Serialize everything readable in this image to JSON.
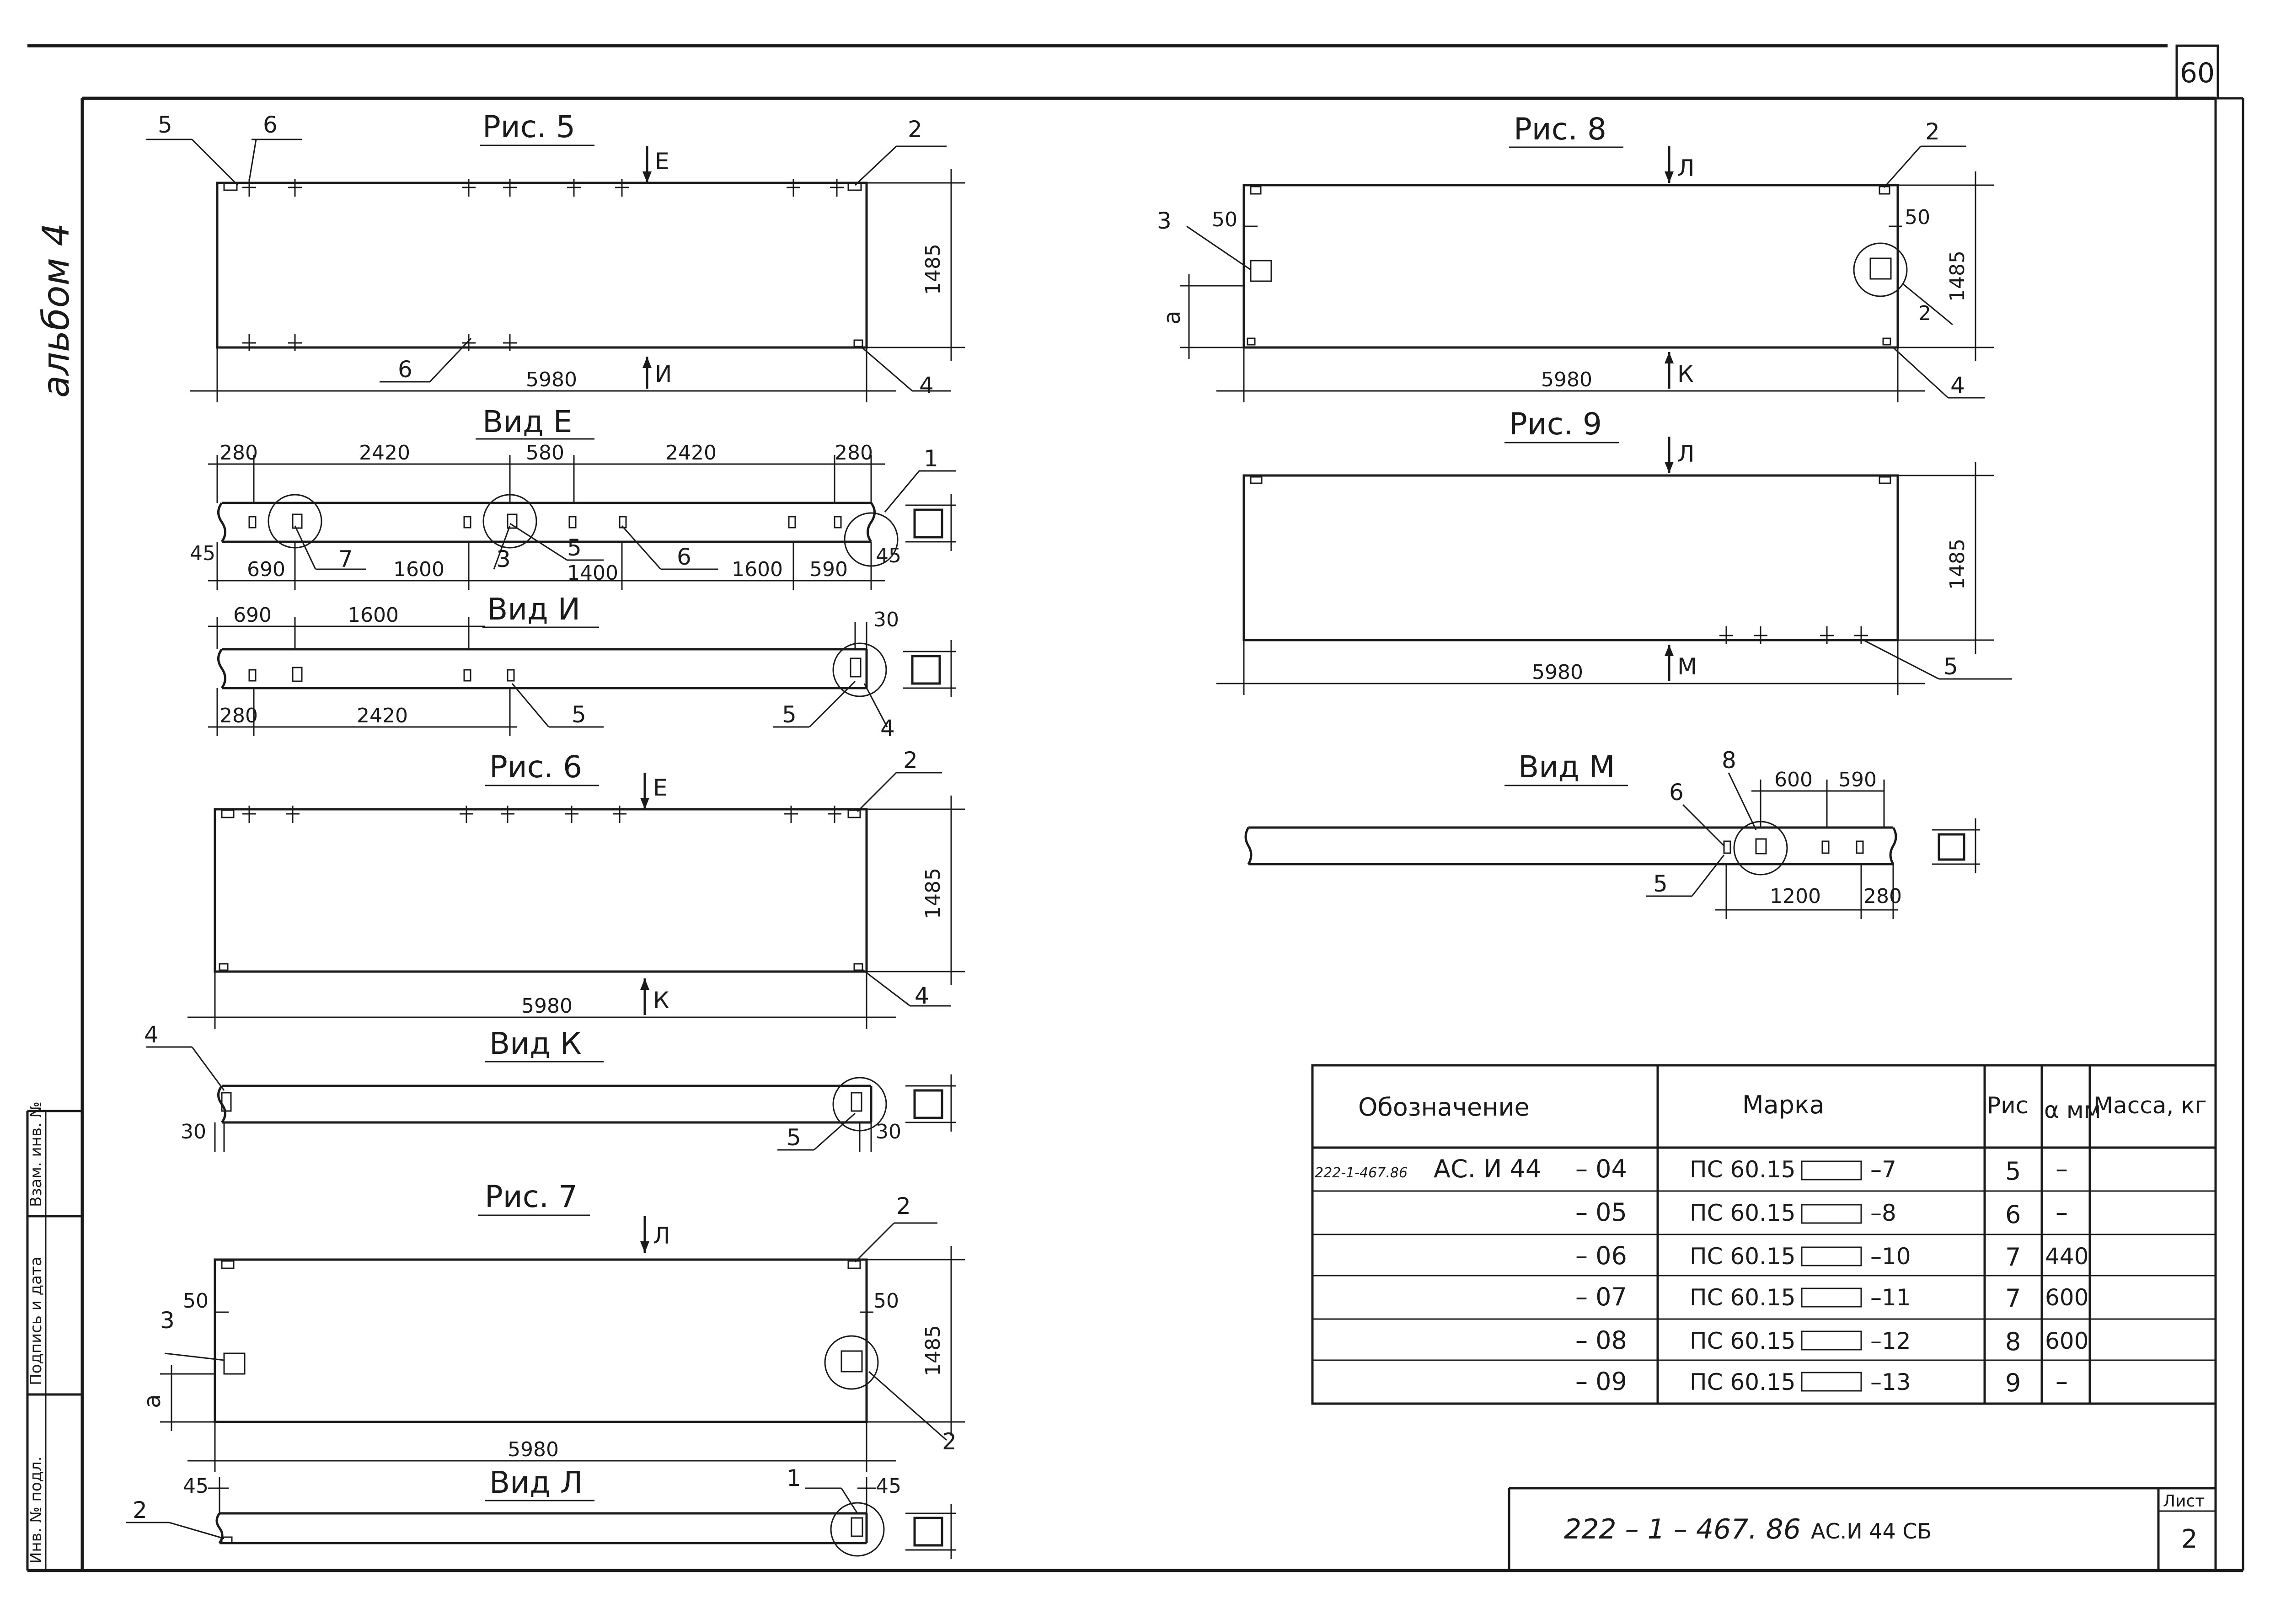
{
  "sheet_number": "60",
  "album_label": "альбом 4",
  "side_stamp": [
    "Инв. № подл.",
    "Подпись и дата",
    "Взам. инв. №"
  ],
  "fig5": {
    "caption": "Рис. 5",
    "width": "5980",
    "height": "1485",
    "arrow_top": "Е",
    "arrow_bottom": "И",
    "callouts": [
      "5",
      "6",
      "2",
      "6",
      "4"
    ]
  },
  "view_e": {
    "caption": "Вид Е",
    "dims_top": [
      "280",
      "2420",
      "580",
      "2420",
      "280"
    ],
    "dims_bottom": [
      "45",
      "690",
      "1600",
      "1400",
      "1600",
      "590",
      "45"
    ],
    "callouts": [
      "1",
      "7",
      "3",
      "5",
      "6"
    ]
  },
  "view_i": {
    "caption": "Вид И",
    "dims_top": [
      "690",
      "1600",
      "30"
    ],
    "dims_bottom": [
      "280",
      "2420"
    ],
    "callouts": [
      "5",
      "5",
      "4"
    ]
  },
  "fig6": {
    "caption": "Рис. 6",
    "width": "5980",
    "height": "1485",
    "arrow_top": "Е",
    "arrow_bottom": "К",
    "callouts": [
      "2",
      "4"
    ]
  },
  "view_k": {
    "caption": "Вид К",
    "dims": [
      "30",
      "30"
    ],
    "callouts": [
      "4",
      "5"
    ]
  },
  "fig7": {
    "caption": "Рис. 7",
    "width": "5980",
    "height": "1485",
    "arrow_top": "Л",
    "dim_a": "а",
    "dims_50": [
      "50",
      "50"
    ],
    "callouts": [
      "2",
      "3",
      "2"
    ]
  },
  "view_l": {
    "caption": "Вид Л",
    "dims": [
      "45",
      "45"
    ],
    "callouts": [
      "1",
      "2"
    ]
  },
  "fig8": {
    "caption": "Рис. 8",
    "width": "5980",
    "height": "1485",
    "arrow_top": "Л",
    "arrow_bottom": "К",
    "dim_a": "а",
    "dims_50": [
      "50",
      "50"
    ],
    "callouts": [
      "2",
      "3",
      "2",
      "4"
    ]
  },
  "fig9": {
    "caption": "Рис. 9",
    "width": "5980",
    "height": "1485",
    "arrow_top": "Л",
    "arrow_bottom": "М",
    "callouts": [
      "5"
    ]
  },
  "view_m": {
    "caption": "Вид М",
    "dims_top": [
      "600",
      "590"
    ],
    "dims_bottom": [
      "1200",
      "280"
    ],
    "callouts": [
      "8",
      "6",
      "5"
    ]
  },
  "table": {
    "headers": [
      "Обозначение",
      "Марка",
      "Рис",
      "α мм",
      "Масса, кг"
    ],
    "rows": [
      {
        "prefix": "222-1-467.86",
        "series": "АС. И 44",
        "code": "– 04",
        "mark": "ПС 60.15",
        "suffix": "–7",
        "fig": "5",
        "a": "–",
        "mass": ""
      },
      {
        "prefix": "",
        "series": "",
        "code": "– 05",
        "mark": "ПС 60.15",
        "suffix": "–8",
        "fig": "6",
        "a": "–",
        "mass": ""
      },
      {
        "prefix": "",
        "series": "",
        "code": "– 06",
        "mark": "ПС 60.15",
        "suffix": "–10",
        "fig": "7",
        "a": "440",
        "mass": ""
      },
      {
        "prefix": "",
        "series": "",
        "code": "– 07",
        "mark": "ПС 60.15",
        "suffix": "–11",
        "fig": "7",
        "a": "600",
        "mass": ""
      },
      {
        "prefix": "",
        "series": "",
        "code": "– 08",
        "mark": "ПС 60.15",
        "suffix": "–12",
        "fig": "8",
        "a": "600",
        "mass": ""
      },
      {
        "prefix": "",
        "series": "",
        "code": "– 09",
        "mark": "ПС 60.15",
        "suffix": "–13",
        "fig": "9",
        "a": "–",
        "mass": ""
      }
    ]
  },
  "title_block": {
    "doc_number": "222 – 1 – 467. 86",
    "doc_code": "АС.И 44 СБ",
    "sheet_label": "Лист",
    "sheet_value": "2"
  }
}
